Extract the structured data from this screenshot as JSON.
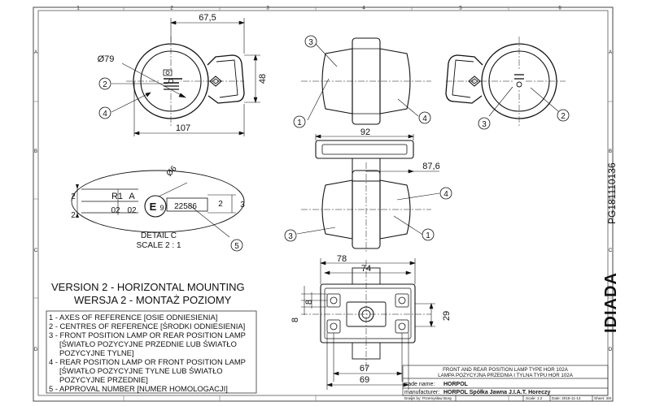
{
  "grid": {
    "columns": [
      "1",
      "2",
      "3",
      "4",
      "5",
      "6"
    ],
    "rows": [
      "A",
      "B",
      "C",
      "D"
    ]
  },
  "dimensions": {
    "front_width": "67,5",
    "front_diameter": "Ø79",
    "front_height": "48",
    "front_total": "107",
    "top_width": "92",
    "top_side": "87,6",
    "plan_outer": "78",
    "plan_inner": "74",
    "plan_hole_a": "8",
    "plan_hole_b": "8",
    "plan_height": "29",
    "plan_bottom_a": "67",
    "plan_bottom_b": "69",
    "detail_dia": "Ø6",
    "detail_h1": "2",
    "detail_h2": "2",
    "detail_h3": "2",
    "detail_h4": "3"
  },
  "callouts": [
    "1",
    "2",
    "3",
    "4",
    "5"
  ],
  "detail": {
    "r1": "R1",
    "a": "A",
    "n1": "02",
    "n2": "02",
    "e": "E",
    "e_num": "9",
    "approval": "22586",
    "title": "DETAIL C",
    "scale": "SCALE 2 : 1"
  },
  "version_title": "VERSION 2 - HORIZONTAL MOUNTING",
  "version_title_pl": "WERSJA 2 - MONTAŻ POZIOMY",
  "legend": [
    "1 - AXES OF REFERENCE [OSIE ODNIESIENIA]",
    "2 - CENTRES OF REFERENCE [ŚRODKI ODNIESIENIA]",
    "3 - FRONT POSITION LAMP OR REAR POSITION LAMP",
    "     [ŚWIATŁO POZYCYJNE PRZEDNIE LUB ŚWIATŁO",
    "     POZYCYJNE TYLNE]",
    "4 - REAR POSITION LAMP OR FRONT POSITION LAMP",
    "     [ŚWIATŁO POZYCYJNE TYLNE LUB ŚWIATŁO",
    "     POZYCYJNE PRZEDNIE]",
    "5 - APPROVAL NUMBER [NUMER HOMOLOGACJI]"
  ],
  "side_stamp": "PG181110136",
  "logo": "IDIADA",
  "title_block": {
    "title_en": "FRONT AND REAR POSITION LAMP TYPE HOR 102A",
    "title_pl": "LAMPA POZYCYJNA PRZEDNIA I TYLNA TYPU HOR 102A",
    "trade_label": "trade name:",
    "trade_value": "HORPOL",
    "manu_label": "manufacturer:",
    "manu_value": "HORPOL Spółka Jawna  J.I.A.T. Horeczy",
    "drawn": "Drawn by: Przemysław Bosy",
    "scale": "Scale: 1:2",
    "date": "Date: 2018-11-13",
    "sheet": "Sheet: 3/8"
  }
}
